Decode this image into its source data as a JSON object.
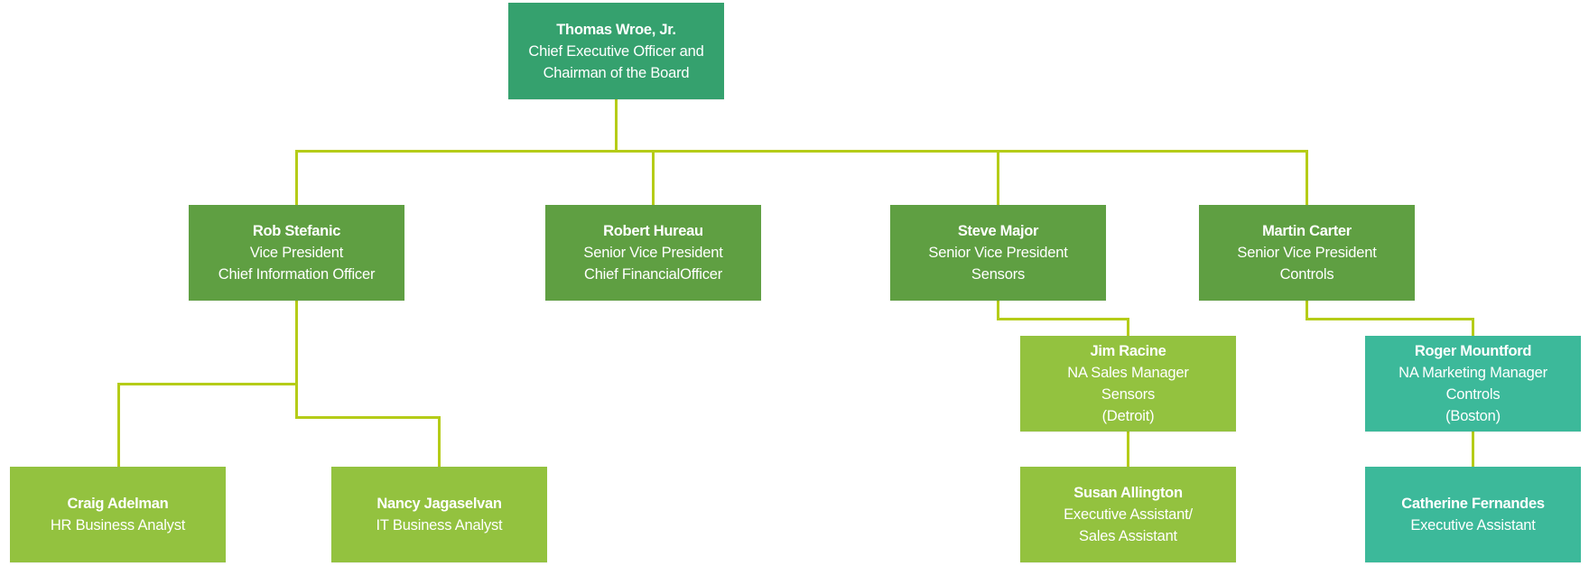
{
  "colors": {
    "ceo": "#35a16e",
    "executive": "#5f9f42",
    "staff": "#93c23f",
    "marketing": "#3cb99a",
    "connector": "#b5cc18"
  },
  "ceo": {
    "name": "Thomas  Wroe, Jr.",
    "lines": [
      "Chief Executive Officer and",
      "Chairman of the Board"
    ]
  },
  "executives": [
    {
      "name": "Rob Stefanic",
      "lines": [
        "Vice President",
        "Chief Information Officer"
      ]
    },
    {
      "name": "Robert Hureau",
      "lines": [
        "Senior Vice President",
        "Chief FinancialOfficer"
      ]
    },
    {
      "name": "Steve Major",
      "lines": [
        "Senior Vice President",
        "Sensors"
      ]
    },
    {
      "name": "Martin Carter",
      "lines": [
        "Senior Vice President",
        "Controls"
      ]
    }
  ],
  "managers": [
    {
      "name": "Jim Racine",
      "lines": [
        "NA Sales Manager",
        "Sensors",
        "(Detroit)"
      ],
      "reports_to": "Steve Major"
    },
    {
      "name": "Roger Mountford",
      "lines": [
        "NA Marketing Manager",
        "Controls",
        "(Boston)"
      ],
      "reports_to": "Martin Carter"
    }
  ],
  "staff": [
    {
      "name": "Craig Adelman",
      "lines": [
        "HR Business Analyst"
      ],
      "reports_to": "Rob Stefanic"
    },
    {
      "name": "Nancy Jagaselvan",
      "lines": [
        "IT Business Analyst"
      ],
      "reports_to": "Rob Stefanic"
    },
    {
      "name": "Susan Allington",
      "lines": [
        "Executive Assistant/",
        "Sales Assistant"
      ],
      "reports_to": "Jim Racine"
    },
    {
      "name": "Catherine Fernandes",
      "lines": [
        "Executive Assistant"
      ],
      "reports_to": "Roger Mountford"
    }
  ]
}
